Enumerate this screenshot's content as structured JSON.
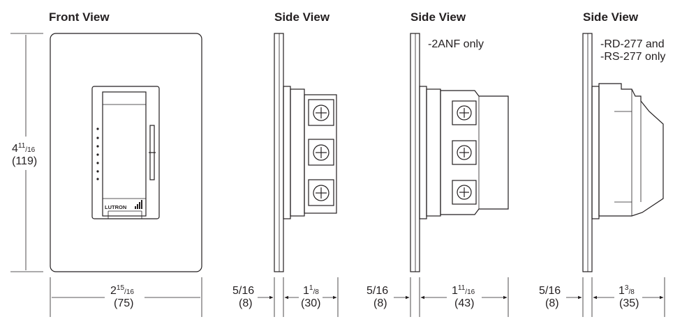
{
  "titles": {
    "front": "Front View",
    "side1": "Side View",
    "side2": "Side View",
    "side3": "Side View"
  },
  "notes": {
    "side2": "-2ANF only",
    "side3_line1": "-RD-277 and",
    "side3_line2": "-RS-277 only"
  },
  "logo": "LUTRON",
  "dimensions": {
    "height": {
      "whole": "4",
      "num": "11",
      "den": "16",
      "mm": "(119)"
    },
    "width": {
      "whole": "2",
      "num": "15",
      "den": "16",
      "mm": "(75)"
    },
    "plate1": {
      "frac": "5/16",
      "mm": "(8)"
    },
    "depth1": {
      "whole": "1",
      "num": "1",
      "den": "8",
      "mm": "(30)"
    },
    "plate2": {
      "frac": "5/16",
      "mm": "(8)"
    },
    "depth2": {
      "whole": "1",
      "num": "11",
      "den": "16",
      "mm": "(43)"
    },
    "plate3": {
      "frac": "5/16",
      "mm": "(8)"
    },
    "depth3": {
      "whole": "1",
      "num": "3",
      "den": "8",
      "mm": "(35)"
    }
  }
}
